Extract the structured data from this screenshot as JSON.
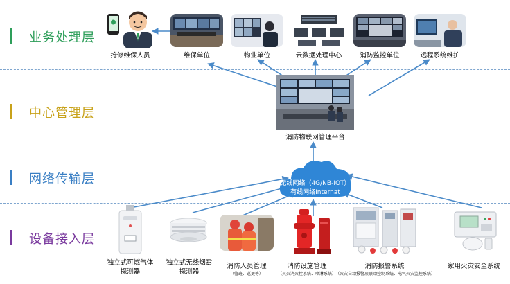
{
  "layers": [
    {
      "label": "业务处理层",
      "color": "#2e9e5a"
    },
    {
      "label": "中心管理层",
      "color": "#c8a21a"
    },
    {
      "label": "网络传输层",
      "color": "#3a7fc4"
    },
    {
      "label": "设备接入层",
      "color": "#7a3a9e"
    }
  ],
  "top_nodes": [
    {
      "label": "抢修维保人员"
    },
    {
      "label": "维保单位"
    },
    {
      "label": "物业单位"
    },
    {
      "label": "云数据处理中心"
    },
    {
      "label": "消防监控单位"
    },
    {
      "label": "远程系统维护"
    }
  ],
  "center": {
    "label": "消防物联网管理平台"
  },
  "cloud": {
    "line1": "无线网络（4G/NB-IOT）",
    "line2": "有线网络Internat"
  },
  "devices": [
    {
      "label1": "独立式可燃气体",
      "label2": "探测器",
      "sub": ""
    },
    {
      "label1": "独立式无线烟雾",
      "label2": "探测器",
      "sub": ""
    },
    {
      "label1": "消防人员管理",
      "label2": "",
      "sub": "（值班、巡更等）"
    },
    {
      "label1": "消防设施管理",
      "label2": "",
      "sub": "（灭火消火栓系统、喷淋系统）"
    },
    {
      "label1": "消防报警系统",
      "label2": "",
      "sub": "（火灾自动报警及联动控制系统、电气火灾监控系统）"
    },
    {
      "label1": "家用火灾安全系统",
      "label2": "",
      "sub": ""
    }
  ],
  "colors": {
    "arrow": "#4a8ac9",
    "divider": "#7fa6cf",
    "cloud": "#2f86d6"
  }
}
